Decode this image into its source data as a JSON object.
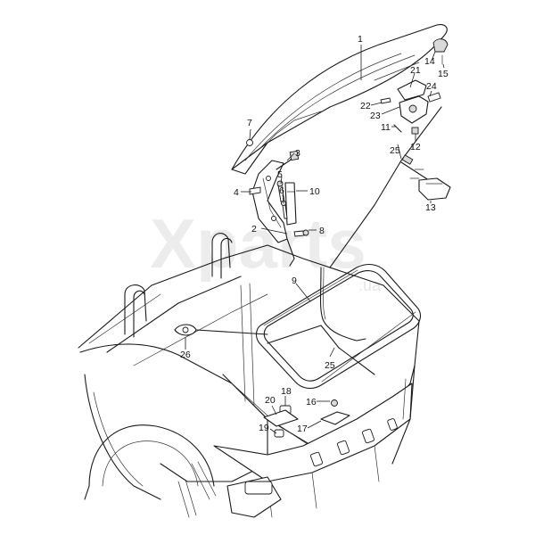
{
  "watermark": {
    "brand": "Xparts",
    "domain": ".ua"
  },
  "callouts": [
    "1",
    "2",
    "3",
    "4",
    "5",
    "6",
    "7",
    "8",
    "9",
    "10",
    "11",
    "12",
    "13",
    "14",
    "15",
    "16",
    "17",
    "18",
    "19",
    "20",
    "21",
    "22",
    "23",
    "24",
    "25",
    "25",
    "26"
  ]
}
